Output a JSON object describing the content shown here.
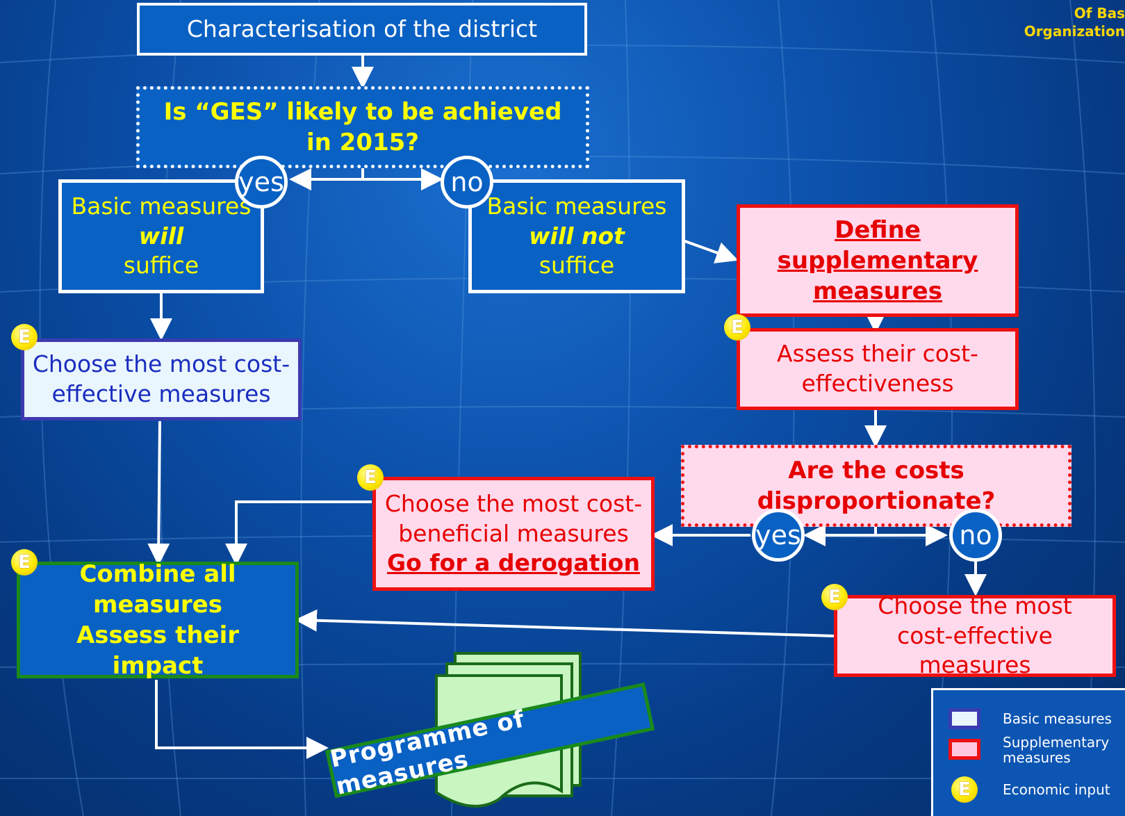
{
  "corner_header": {
    "line1": "Of Bas",
    "line2": "Organization"
  },
  "boxes": {
    "characterisation": "Characterisation of the district",
    "ges_question": "Is “GES” likely to be achieved in 2015?",
    "basic_will": {
      "line1": "Basic measures",
      "line2": "will",
      "line3": "suffice"
    },
    "basic_will_not": {
      "line1": "Basic measures",
      "line2": "will not",
      "line3": "suffice"
    },
    "define_supplementary": "Define supplementary measures",
    "assess_cost_effectiveness": "Assess their cost-effectiveness",
    "choose_cost_effective_left": "Choose the most cost-effective measures",
    "costs_question": "Are the costs disproportionate?",
    "choose_cost_beneficial": {
      "line1": "Choose the most cost-beneficial measures",
      "line2": "Go for a derogation"
    },
    "combine": {
      "line1": "Combine all measures",
      "line2": "Assess their impact"
    },
    "choose_cost_effective_right": "Choose the most cost-effective measures",
    "programme": "Programme of measures"
  },
  "decisions": {
    "yes1": "yes",
    "no1": "no",
    "yes2": "yes",
    "no2": "no"
  },
  "badge_letter": "E",
  "legend": {
    "basic": "Basic measures",
    "supplementary": "Supplementary measures",
    "economic": "Economic input"
  },
  "colors": {
    "basic_border": "#3b3bb0",
    "supplementary_border": "#ee1111",
    "economic_badge": "#ffe800"
  }
}
